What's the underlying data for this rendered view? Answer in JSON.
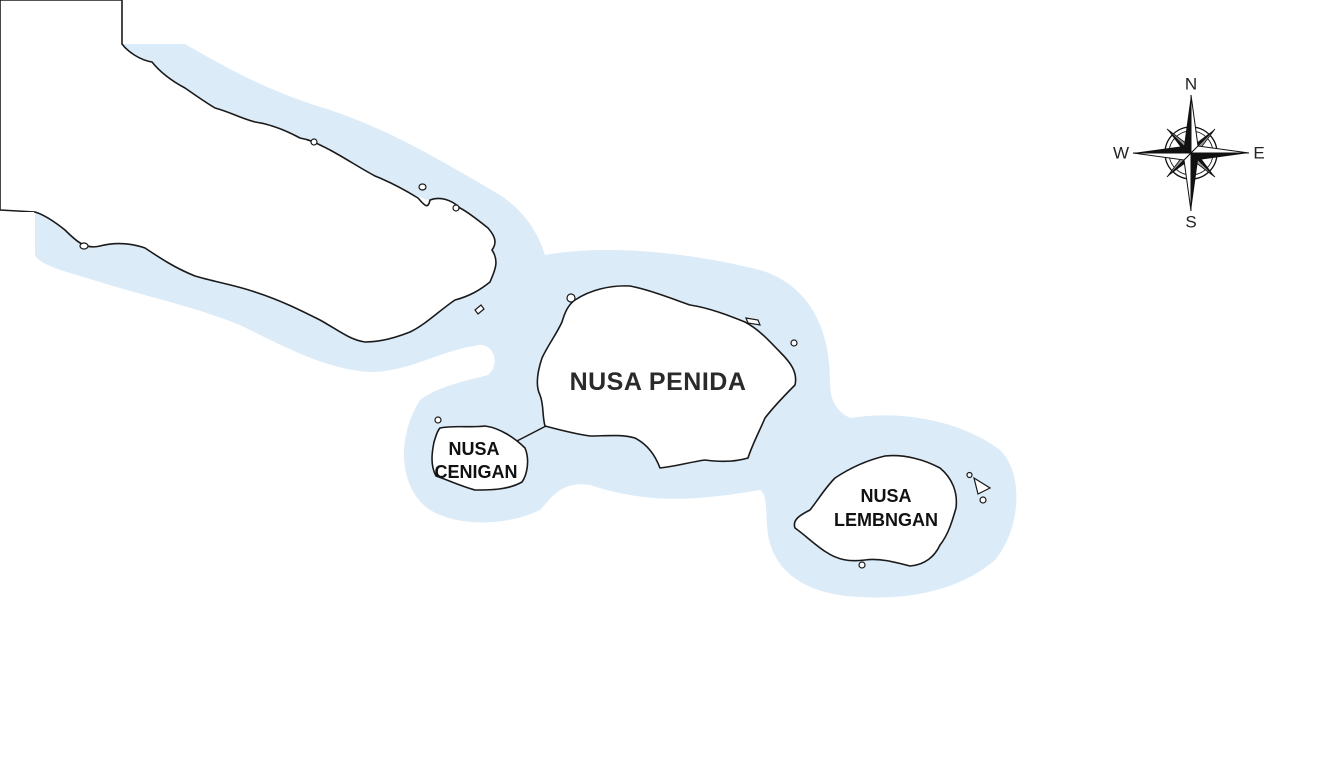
{
  "map": {
    "labels": {
      "nusa_penida": "NUSA PENIDA",
      "nusa_cenigan_line1": "NUSA",
      "nusa_cenigan_line2": "CENIGAN",
      "nusa_lembongan_line1": "NUSA",
      "nusa_lembongan_line2": "LEMBNGAN"
    },
    "compass": {
      "north": "N",
      "south": "S",
      "east": "E",
      "west": "W"
    },
    "colors": {
      "water": "#dcebf8",
      "land": "#ffffff",
      "coastline": "#1a1a1a"
    }
  }
}
